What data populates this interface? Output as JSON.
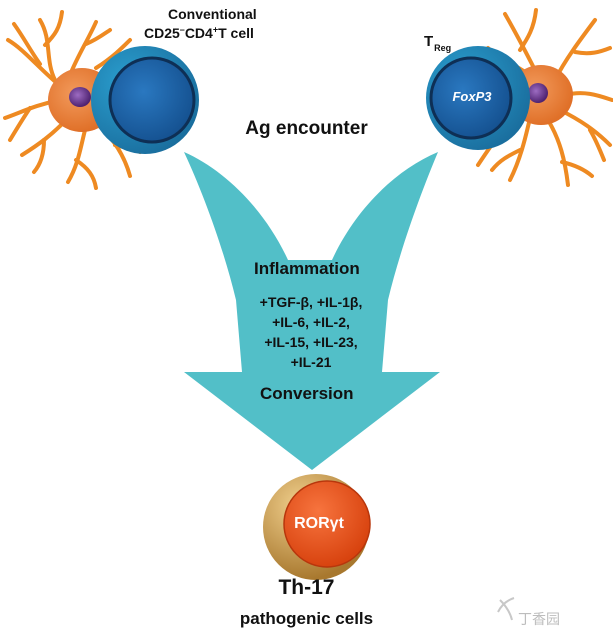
{
  "colors": {
    "arrow": "#52BFC8",
    "cell_blue_dark": "#123660",
    "cell_blue_mid": "#1B6DB0",
    "cell_blue_light": "#2591C8",
    "dendritic_orange": "#F08A1E",
    "dendritic_body": "#E8833C",
    "nucleus_purple": "#6A3590",
    "th17_outer": "#C9963C",
    "th17_inner": "#E95420"
  },
  "labels": {
    "conventional_line1": "Conventional",
    "conventional_line2_prefix": "CD25",
    "conventional_minus": "–",
    "conventional_line2_mid": "CD4",
    "conventional_plus": "+",
    "conventional_line2_suffix": "T cell",
    "treg_main": "T",
    "treg_sub": "Reg",
    "foxp3": "FoxP3",
    "ag_encounter": "Ag encounter",
    "inflammation": "Inflammation",
    "cytokines": [
      "+TGF-β, +IL-1β,",
      "+IL-6, +IL-2,",
      "+IL-15, +IL-23,",
      "+IL-21"
    ],
    "conversion": "Conversion",
    "ror": "RORγt",
    "th17": "Th-17",
    "pathogenic": "pathogenic cells",
    "watermark": "丁香园"
  }
}
